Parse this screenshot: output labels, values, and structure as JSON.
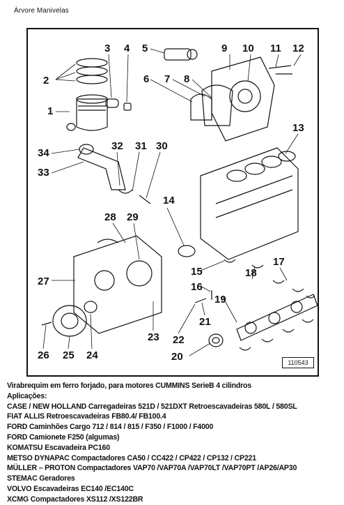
{
  "page": {
    "title": "Árvore Manivelas"
  },
  "diagram": {
    "part_numbers": [
      "1",
      "2",
      "3",
      "4",
      "5",
      "6",
      "7",
      "8",
      "9",
      "10",
      "11",
      "12",
      "13",
      "14",
      "15",
      "16",
      "17",
      "18",
      "19",
      "20",
      "21",
      "22",
      "23",
      "24",
      "25",
      "26",
      "27",
      "28",
      "29",
      "30",
      "31",
      "32",
      "33",
      "34"
    ],
    "figure_code": "110543"
  },
  "description": {
    "lines": [
      "Virabrequim em ferro forjado, para motores CUMMINS SerieB 4 cilindros",
      "Aplicações:",
      "CASE / NEW HOLLAND Carregadeiras 521D / 521DXT Retroescavadeiras 580L / 580SL",
      "FIAT ALLIS Retroescavadeiras FB80.4/ FB100.4",
      "FORD Caminhões Cargo 712 / 814 / 815 / F350 / F1000 / F4000",
      "FORD Camionete F250 (algumas)",
      "KOMATSU Escavadeira PC160",
      "METSO DYNAPAC Compactadores CA50 / CC422 / CP422 / CP132 / CP221",
      "MÜLLER – PROTON Compactadores VAP70 /VAP70A /VAP70LT /VAP70PT /AP26/AP30",
      "STEMAC Geradores",
      "VOLVO Escavadeiras EC140 /EC140C",
      "XCMG Compactadores XS112 /XS122BR"
    ]
  }
}
